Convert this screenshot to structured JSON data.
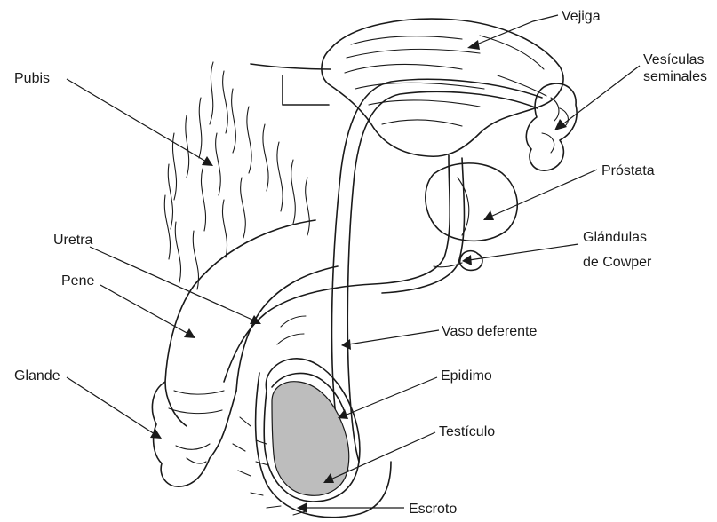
{
  "labels": {
    "vejiga": "Vejiga",
    "vesiculas_1": "Vesículas",
    "vesiculas_2": "seminales",
    "pubis": "Pubis",
    "prostata": "Próstata",
    "glandulas_1": "Glándulas",
    "glandulas_2": "de Cowper",
    "uretra": "Uretra",
    "pene": "Pene",
    "vaso_deferente": "Vaso deferente",
    "glande": "Glande",
    "epidimo": "Epidimo",
    "testiculo": "Testículo",
    "escroto": "Escroto"
  },
  "colors": {
    "ink": "#1a1a1a",
    "testis_fill": "#bdbdbd",
    "background": "#ffffff"
  }
}
